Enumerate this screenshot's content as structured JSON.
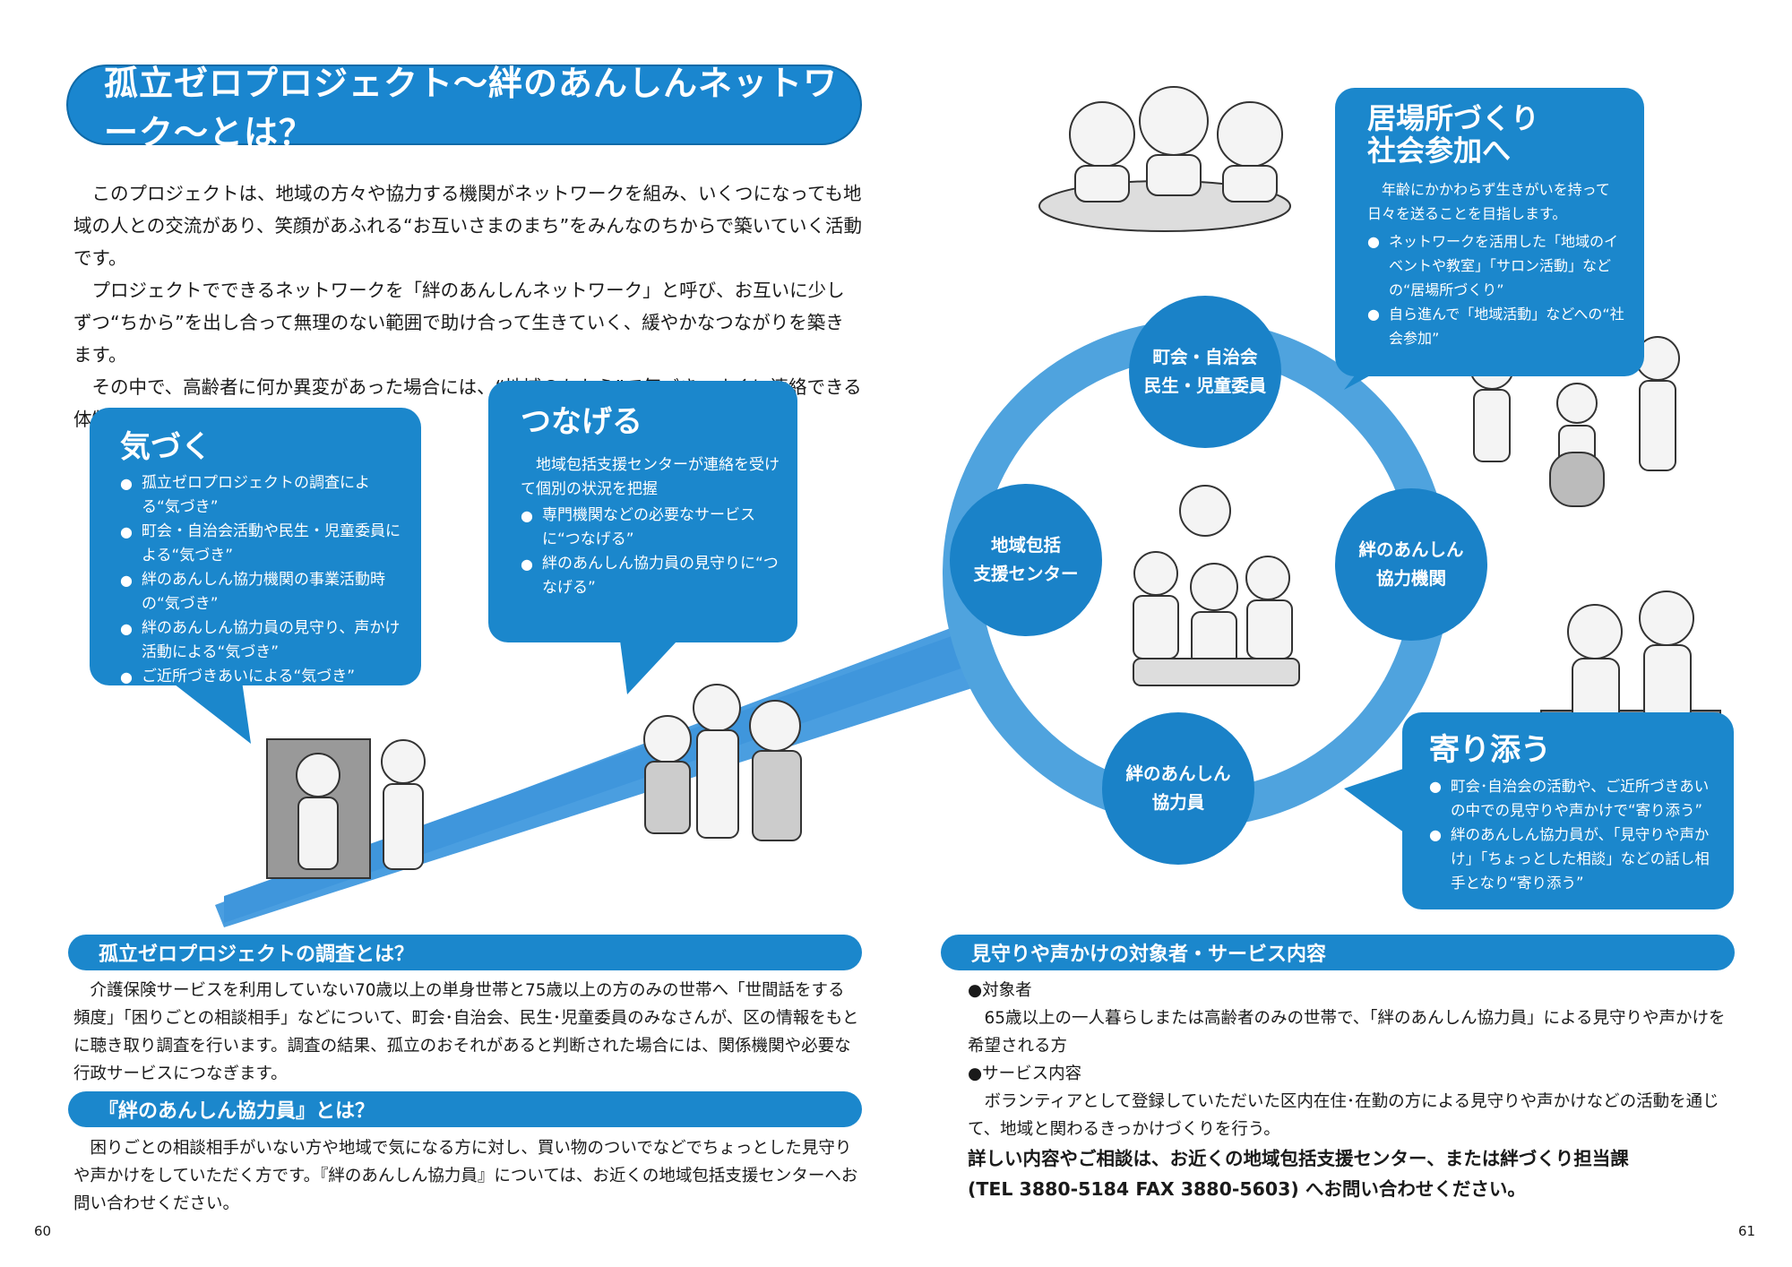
{
  "main_title": "孤立ゼロプロジェクト〜絆のあんしんネットワーク〜とは？",
  "intro": [
    "このプロジェクトは、地域の方々や協力する機関がネットワークを組み、いくつになっても地域の人との交流があり、笑顔があふれる“お互いさまのまち”をみんなのちからで築いていく活動です。",
    "プロジェクトでできるネットワークを「絆のあんしんネットワーク」と呼び、お互いに少しずつ“ちから”を出し合って無理のない範囲で助け合って生きていく、緩やかなつながりを築きます。",
    "その中で、高齢者に何か異変があった場合には、“地域のちから”で気づき、すぐに連絡できる体制を整えます。"
  ],
  "kizuku": {
    "title": "気づく",
    "items": [
      "孤立ゼロプロジェクトの調査による“気づき”",
      "町会・自治会活動や民生・児童委員による“気づき”",
      "絆のあんしん協力機関の事業活動時の“気づき”",
      "絆のあんしん協力員の見守り、声かけ活動による“気づき”",
      "ご近所づきあいによる“気づき”"
    ]
  },
  "tsunageru": {
    "title": "つなげる",
    "lead": "地域包括支援センターが連絡を受けて個別の状況を把握",
    "items": [
      "専門機関などの必要なサービスに“つなげる”",
      "絆のあんしん協力員の見守りに“つなげる”"
    ]
  },
  "ibasho": {
    "title_line1": "居場所づくり",
    "title_line2": "社会参加へ",
    "lead": "年齢にかかわらず生きがいを持って日々を送ることを目指します。",
    "items": [
      "ネットワークを活用した「地域のイベントや教室」「サロン活動」などの“居場所づくり”",
      "自ら進んで「地域活動」などへの“社会参加”"
    ]
  },
  "yorisou": {
    "title": "寄り添う",
    "items": [
      "町会･自治会の活動や、ご近所づきあいの中での見守りや声かけで“寄り添う”",
      "絆のあんしん協力員が、「見守りや声かけ」「ちょっとした相談」などの話し相手となり“寄り添う”"
    ]
  },
  "nodes": {
    "top_line1": "町会・自治会",
    "top_line2": "民生・児童委員",
    "left_line1": "地域包括",
    "left_line2": "支援センター",
    "right_line1": "絆のあんしん",
    "right_line2": "協力機関",
    "bottom_line1": "絆のあんしん",
    "bottom_line2": "協力員"
  },
  "section_survey": {
    "heading": "孤立ゼロプロジェクトの調査とは？",
    "text": "介護保険サービスを利用していない70歳以上の単身世帯と75歳以上の方のみの世帯へ「世間話をする頻度」「困りごとの相談相手」などについて、町会･自治会、民生･児童委員のみなさんが、区の情報をもとに聴き取り調査を行います。調査の結果、孤立のおそれがあると判断された場合には、関係機関や必要な行政サービスにつなぎます。"
  },
  "section_volunteer": {
    "heading": "『絆のあんしん協力員』とは？",
    "text": "困りごとの相談相手がいない方や地域で気になる方に対し、買い物のついでなどでちょっとした見守りや声かけをしていただく方です。『絆のあんしん協力員』については、お近くの地域包括支援センターへお問い合わせください。"
  },
  "section_target": {
    "heading": "見守りや声かけの対象者・サービス内容",
    "target_label": "●対象者",
    "target_text": "65歳以上の一人暮らしまたは高齢者のみの世帯で、「絆のあんしん協力員」による見守りや声かけを希望される方",
    "service_label": "●サービス内容",
    "service_text": "ボランティアとして登録していただいた区内在住･在勤の方による見守りや声かけなどの活動を通じて、地域と関わるきっかけづくりを行う。",
    "contact_line1": "詳しい内容やご相談は、お近くの地域包括支援センター、または絆づくり担当課",
    "contact_line2": "(TEL 3880-5184 FAX 3880-5603) へお問い合わせください。"
  },
  "page_left": "60",
  "page_right": "61",
  "colors": {
    "accent": "#1b87cc",
    "accent_light": "#5aa9dd"
  }
}
